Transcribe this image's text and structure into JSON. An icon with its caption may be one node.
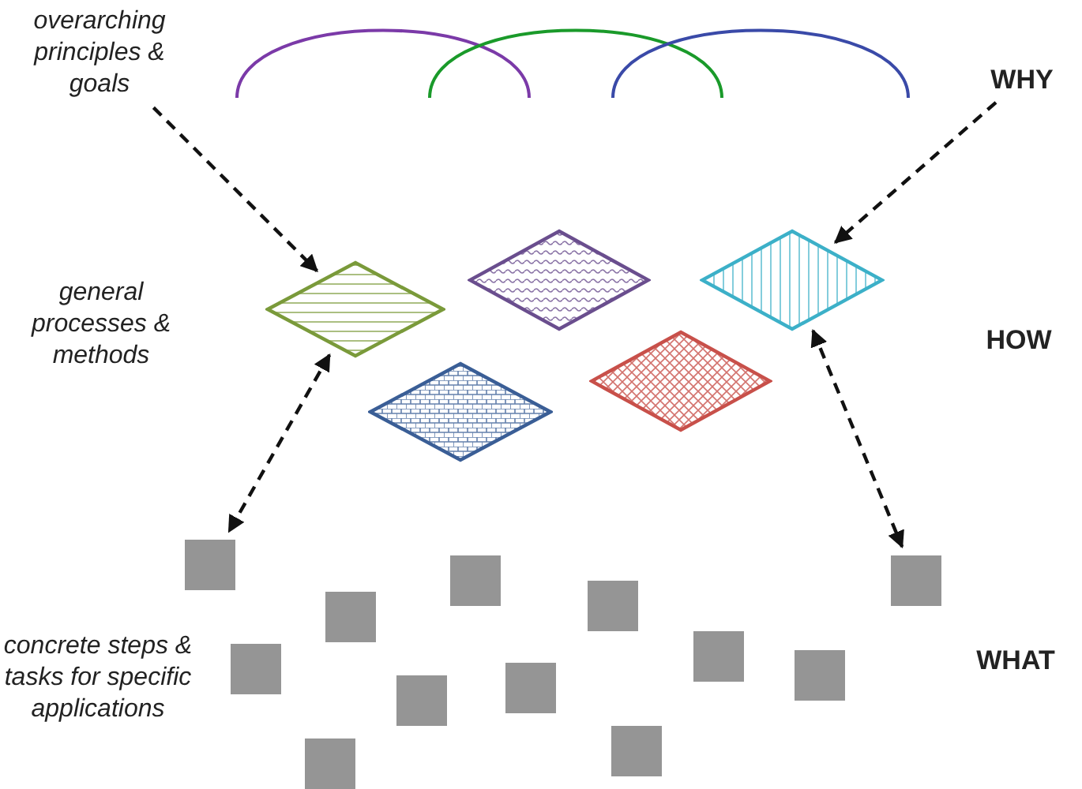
{
  "diagram": {
    "nodes": [
      {
        "text": [
          "overarching principles & goals"
        ]
      },
      {
        "text": [
          "WHY"
        ]
      },
      {
        "text": [
          "general processes & methods"
        ]
      },
      {
        "text": [
          "HOW"
        ]
      },
      {
        "text": [
          "concrete steps & tasks for specific applications"
        ]
      },
      {
        "text": [
          "WHAT"
        ]
      },
      {
        "text": [],
        "shape": "diamond"
      },
      {
        "text": [],
        "shape": "diamond"
      },
      {
        "text": [],
        "shape": "diamond"
      },
      {
        "text": [],
        "shape": "diamond"
      },
      {
        "text": [],
        "shape": "diamond"
      },
      {
        "text": [],
        "shape": "box"
      },
      {
        "text": [],
        "shape": "box"
      },
      {
        "text": [],
        "shape": "box"
      },
      {
        "text": [],
        "shape": "box"
      },
      {
        "text": [],
        "shape": "box"
      },
      {
        "text": [],
        "shape": "box"
      },
      {
        "text": [],
        "shape": "box"
      },
      {
        "text": [],
        "shape": "box"
      },
      {
        "text": [],
        "shape": "box"
      },
      {
        "text": [],
        "shape": "box"
      },
      {
        "text": [],
        "shape": "box"
      },
      {
        "text": [],
        "shape": "box"
      }
    ],
    "edges": [
      {
        "from": 0,
        "to": 6,
        "arrow": "to",
        "style": "dashed"
      },
      {
        "from": 1,
        "to": 10,
        "arrow": "to",
        "style": "dashed"
      },
      {
        "from": 6,
        "to": 11,
        "arrow": "both",
        "style": "dashed"
      },
      {
        "from": 10,
        "to": 22,
        "arrow": "both",
        "style": "dashed"
      }
    ]
  }
}
